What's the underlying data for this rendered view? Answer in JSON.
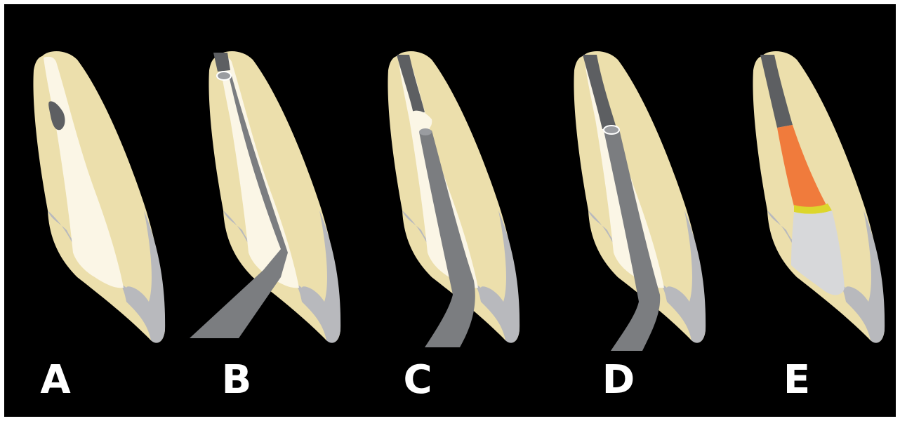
{
  "figure": {
    "panels": [
      {
        "label": "A",
        "stage": "root-canal-with-pulp"
      },
      {
        "label": "B",
        "stage": "instrument-at-apex"
      },
      {
        "label": "C",
        "stage": "instrument-partial-depth"
      },
      {
        "label": "D",
        "stage": "instrument-at-midroot"
      },
      {
        "label": "E",
        "stage": "canal-filled-layers"
      }
    ]
  },
  "colors": {
    "background": "#000000",
    "border": "#ffffff",
    "dentin": "#ecdfac",
    "canal": "#fbf6e6",
    "enamel": "#b8b9bd",
    "instrument": "#7b7d80",
    "apical_plug": "#5d5f62",
    "orange_layer": "#f07b3c",
    "yellow_layer": "#dcd62c",
    "light_fill": "#d7d8da"
  },
  "icons": [
    "tooth-icon",
    "endodontic-file-icon"
  ]
}
